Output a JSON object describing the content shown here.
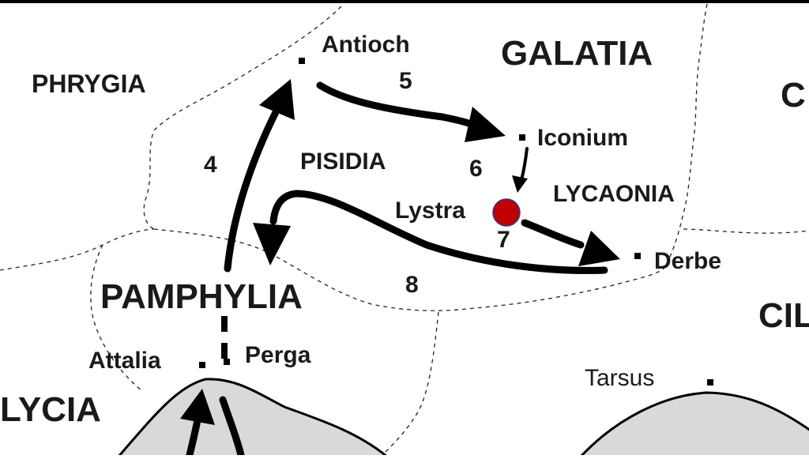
{
  "regions": {
    "phrygia": "PHRYGIA",
    "galatia": "GALATIA",
    "pisidia": "PISIDIA",
    "lycaonia": "LYCAONIA",
    "pamphylia": "PAMPHYLIA",
    "lycia": "LYCIA",
    "cilicia_partial": "CIL",
    "cappadocia_partial": "C"
  },
  "cities": {
    "antioch": "Antioch",
    "iconium": "Iconium",
    "lystra": "Lystra",
    "derbe": "Derbe",
    "attalia": "Attalia",
    "perga": "Perga",
    "tarsus": "Tarsus"
  },
  "route_steps": {
    "step4": "4",
    "step5": "5",
    "step6": "6",
    "step7": "7",
    "step8": "8"
  },
  "colors": {
    "highlight_marker": "#c00000",
    "marker_outline": "#2a3b8f",
    "sea": "#d9d9d9",
    "ink": "#000000"
  },
  "highlighted_city": "Lystra"
}
